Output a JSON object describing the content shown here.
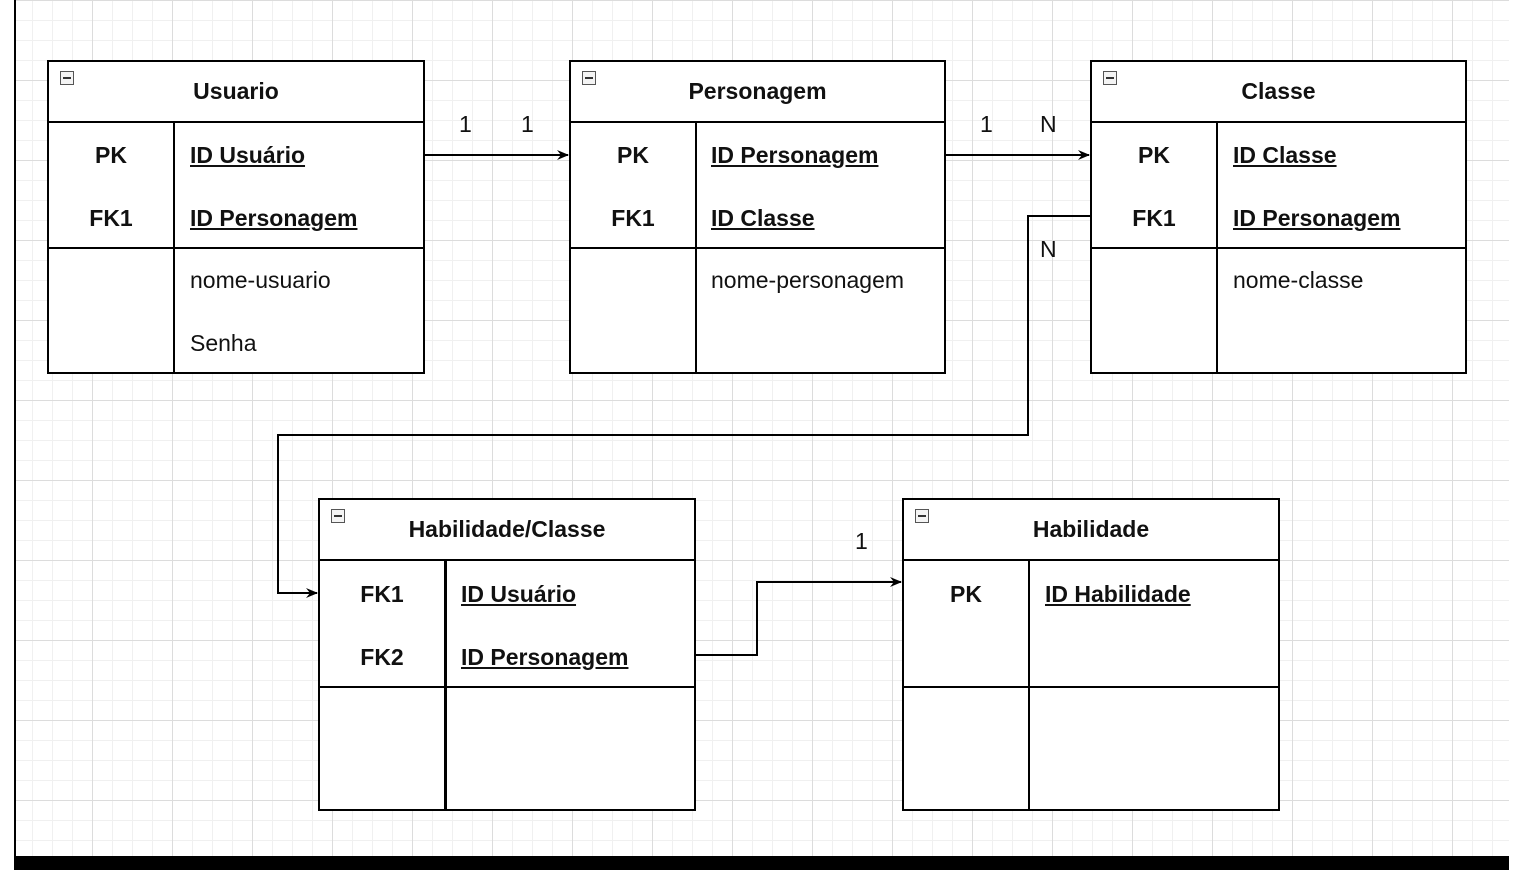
{
  "entities": {
    "usuario": {
      "title": "Usuario",
      "keys": [
        "PK",
        "FK1"
      ],
      "key_fields": [
        "ID Usuário",
        "ID Personagem"
      ],
      "fields": [
        "nome-usuario",
        "Senha"
      ]
    },
    "personagem": {
      "title": "Personagem",
      "keys": [
        "PK",
        "FK1"
      ],
      "key_fields": [
        "ID Personagem",
        "ID Classe"
      ],
      "fields": [
        "nome-personagem"
      ]
    },
    "classe": {
      "title": "Classe",
      "keys": [
        "PK",
        "FK1"
      ],
      "key_fields": [
        "ID Classe",
        "ID Personagem"
      ],
      "fields": [
        "nome-classe"
      ]
    },
    "habilidade_classe": {
      "title": "Habilidade/Classe",
      "keys": [
        "FK1",
        "FK2"
      ],
      "key_fields": [
        "ID Usuário",
        "ID Personagem"
      ],
      "fields": []
    },
    "habilidade": {
      "title": "Habilidade",
      "keys": [
        "PK"
      ],
      "key_fields": [
        "ID Habilidade"
      ],
      "fields": []
    }
  },
  "relationships": {
    "usuario_personagem": {
      "from_mult": "1",
      "to_mult": "1"
    },
    "personagem_classe": {
      "from_mult": "1",
      "to_mult": "N"
    },
    "classe_habilidade_classe": {
      "from_mult": "N"
    },
    "habilidade_classe_habilidade": {
      "to_mult": "1"
    }
  }
}
